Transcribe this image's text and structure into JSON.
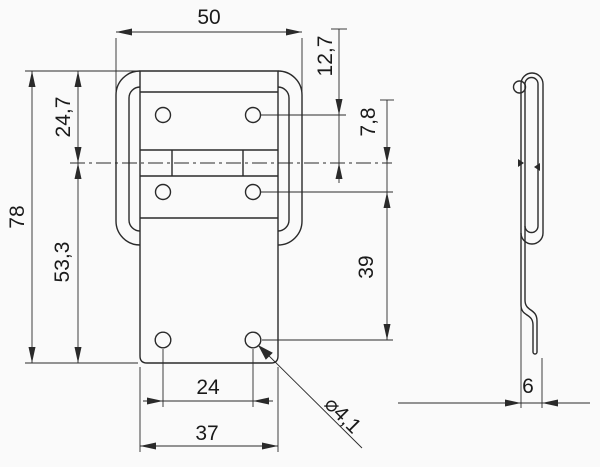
{
  "drawing": {
    "kind": "technical-dimension-drawing",
    "views": [
      "front-view",
      "side-profile-view"
    ],
    "decimal_separator": ",",
    "colors": {
      "line": "#2a2a2a",
      "text": "#1a1a1a",
      "background": "#fafafa"
    }
  },
  "dimensions": {
    "bail_outer_width": "50",
    "upper_hole_to_hinge": "12,7",
    "top_to_hinge": "24,7",
    "hinge_to_lower_hole": "7,8",
    "overall_height": "78",
    "hinge_to_bottom_edge": "53,3",
    "lower_hole_to_mount_hole": "39",
    "mount_hole_spacing": "24",
    "plate_width": "37",
    "hole_diameter": "⌀4,1",
    "profile_depth": "6"
  }
}
